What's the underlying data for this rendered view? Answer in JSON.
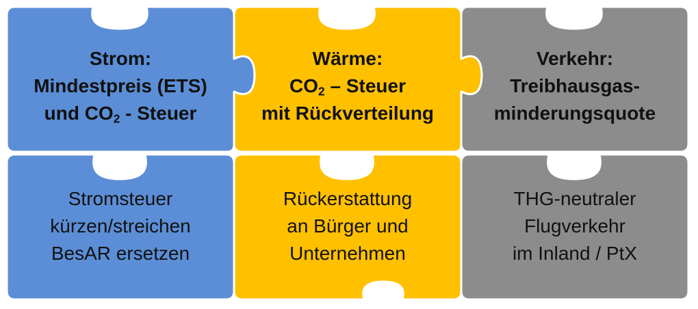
{
  "colors": {
    "strom": "#5B8ED6",
    "waerme": "#FFC000",
    "verkehr": "#8C8C8C",
    "outline": "#ffffff",
    "text": "#111111"
  },
  "columns": [
    {
      "id": "strom",
      "title": {
        "line1": "Strom:",
        "line2": "Mindestpreis (ETS)",
        "line3_pre": "und CO",
        "line3_sub": "2",
        "line3_post": " - Steuer"
      },
      "measure": {
        "line1": "Stromsteuer",
        "line2": "kürzen/streichen",
        "line3": "BesAR ersetzen"
      }
    },
    {
      "id": "waerme",
      "title": {
        "line1": "Wärme:",
        "line2_pre": "CO",
        "line2_sub": "2",
        "line2_post": " – Steuer",
        "line3": "mit Rückverteilung"
      },
      "measure": {
        "line1": "Rückerstattung",
        "line2": "an Bürger und",
        "line3": "Unternehmen"
      }
    },
    {
      "id": "verkehr",
      "title": {
        "line1": "Verkehr:",
        "line2": "Treibhausgas-",
        "line3": "minderungsquote"
      },
      "measure": {
        "line1": "THG-neutraler",
        "line2": "Flugverkehr",
        "line3": "im Inland / PtX"
      }
    }
  ]
}
